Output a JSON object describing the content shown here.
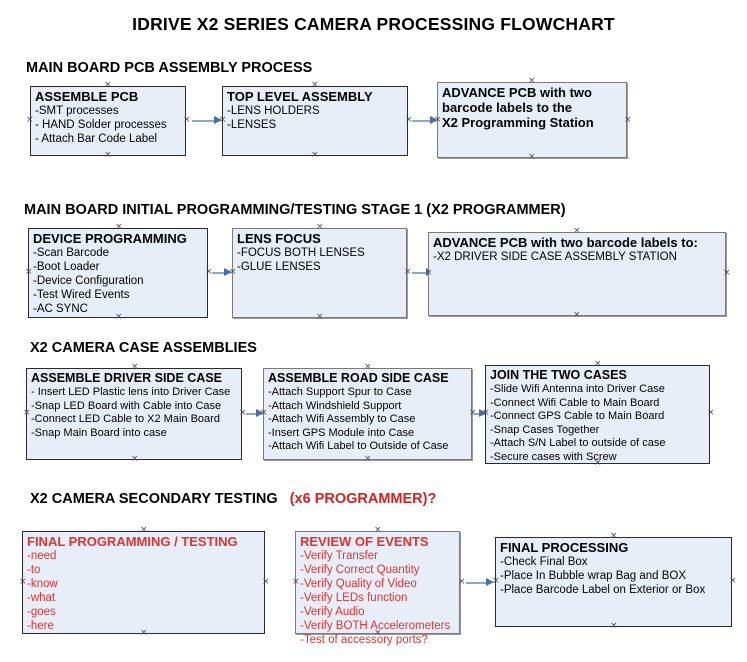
{
  "document": {
    "title": "IDRIVE X2  SERIES CAMERA PROCESSING FLOWCHART"
  },
  "colors": {
    "node_fill": "#e8eef7",
    "node_border": "#2b2b2b",
    "arrow_shaft": "#8fa9c4",
    "arrow_head": "#4a6fa5",
    "accent_red": "#d62020",
    "text_red": "#e03232",
    "background": "#ffffff"
  },
  "sections": [
    {
      "heading": "MAIN BOARD PCB ASSEMBLY PROCESS",
      "heading_accent": "",
      "nodes": [
        {
          "title": "ASSEMBLE PCB",
          "lines": [
            "-SMT processes",
            "- HAND Solder processes",
            "- Attach Bar Code Label"
          ]
        },
        {
          "title": "TOP LEVEL ASSEMBLY",
          "lines": [
            "-LENS HOLDERS",
            "-LENSES"
          ]
        },
        {
          "title": "ADVANCE PCB with two",
          "lines": [
            "barcode labels to the",
            " X2 Programming Station"
          ]
        }
      ]
    },
    {
      "heading": "MAIN BOARD INITIAL PROGRAMMING/TESTING STAGE 1 (X2 PROGRAMMER)",
      "heading_accent": "",
      "nodes": [
        {
          "title": "DEVICE PROGRAMMING",
          "lines": [
            "-Scan Barcode",
            "-Boot Loader",
            "-Device Configuration",
            "-Test Wired Events",
            "-AC SYNC"
          ]
        },
        {
          "title": "LENS FOCUS",
          "lines": [
            "-FOCUS BOTH LENSES",
            "-GLUE LENSES"
          ]
        },
        {
          "title": "ADVANCE PCB with two barcode labels to:",
          "lines": [
            "-X2 DRIVER  SIDE  CASE  ASSEMBLY STATION"
          ]
        }
      ]
    },
    {
      "heading": "X2 CAMERA CASE ASSEMBLIES",
      "heading_accent": "",
      "nodes": [
        {
          "title": "ASSEMBLE DRIVER SIDE CASE",
          "lines": [
            "- Insert LED Plastic lens into Driver Case",
            "-Snap LED Board with Cable into Case",
            "-Connect LED Cable to X2 Main Board",
            "-Snap Main Board into case"
          ]
        },
        {
          "title": "ASSEMBLE ROAD SIDE CASE",
          "lines": [
            "-Attach Support Spur to Case",
            "-Attach Windshield Support",
            "-Attach Wifi Assembly to Case",
            "-Insert GPS Module into Case",
            "-Attach Wifi Label to Outside of Case"
          ]
        },
        {
          "title": "JOIN THE TWO CASES",
          "lines": [
            "-Slide Wifi Antenna into Driver Case",
            "-Connect Wifi Cable to Main Board",
            "-Connect GPS Cable to Main Board",
            "-Snap Cases Together",
            "-Attach S/N Label to outside of case",
            "-Secure cases with Screw"
          ]
        }
      ]
    },
    {
      "heading": "X2 CAMERA SECONDARY TESTING",
      "heading_accent": "(x6 PROGRAMMER)?",
      "nodes": [
        {
          "title": "FINAL PROGRAMMING / TESTING",
          "lines": [
            "-need",
            "-to",
            "-know",
            "-what",
            "-goes",
            "-here"
          ]
        },
        {
          "title": "REVIEW OF EVENTS",
          "lines": [
            "-Verify Transfer",
            "-Verify Correct Quantity",
            "-Verify Quality of Video",
            "-Verify LEDs function",
            "-Verify Audio",
            "-Verify BOTH Accelerometers",
            "-Test of accessory ports?"
          ]
        },
        {
          "title": "FINAL PROCESSING",
          "lines": [
            " -Check Final Box",
            "-Place In Bubble wrap Bag and BOX",
            "-Place Barcode Label on Exterior or Box"
          ]
        }
      ]
    }
  ]
}
